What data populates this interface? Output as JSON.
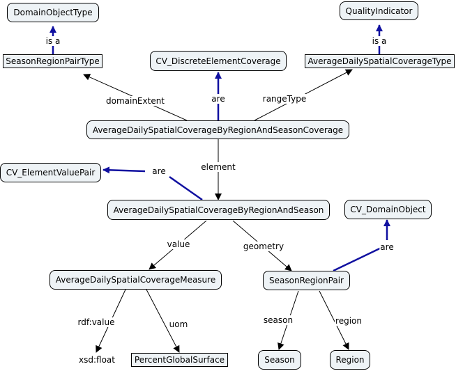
{
  "nodes": {
    "domain_object_type": "DomainObjectType",
    "season_region_pair_type": "SeasonRegionPairType",
    "cv_discrete_element_coverage": "CV_DiscreteElementCoverage",
    "quality_indicator": "QualityIndicator",
    "average_daily_spatial_coverage_type": "AverageDailySpatialCoverageType",
    "coverage": "AverageDailySpatialCoverageByRegionAndSeasonCoverage",
    "cv_element_value_pair": "CV_ElementValuePair",
    "by_region_and_season": "AverageDailySpatialCoverageByRegionAndSeason",
    "cv_domain_object": "CV_DomainObject",
    "measure": "AverageDailySpatialCoverageMeasure",
    "season_region_pair": "SeasonRegionPair",
    "xsd_float": "xsd:float",
    "percent_global_surface": "PercentGlobalSurface",
    "season": "Season",
    "region": "Region"
  },
  "links": {
    "is_a_1": "is a",
    "is_a_2": "is a",
    "domain_extent": "domainExtent",
    "are_1": "are",
    "range_type": "rangeType",
    "element": "element",
    "are_2": "are",
    "are_3": "are",
    "value": "value",
    "geometry": "geometry",
    "rdf_value": "rdf:value",
    "uom": "uom",
    "season": "season",
    "region": "region"
  },
  "colors": {
    "node_fill": "#eef3f6",
    "specialization_edge": "#1010a0",
    "relation_edge": "#000000"
  }
}
